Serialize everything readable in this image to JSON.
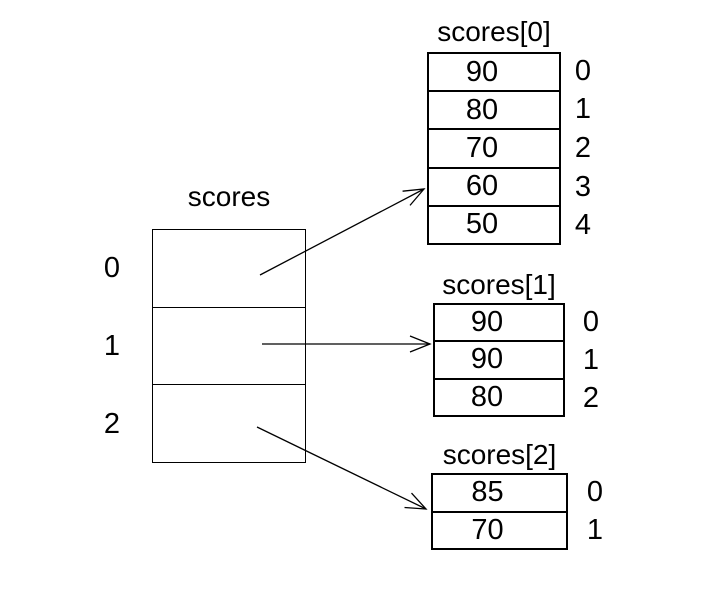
{
  "diagram": {
    "background": "#ffffff",
    "line_color": "#000000",
    "text_color": "#000000",
    "main_array": {
      "title": "scores",
      "indices": [
        "0",
        "1",
        "2"
      ]
    },
    "sub_arrays": [
      {
        "title": "scores[0]",
        "values": [
          "90",
          "80",
          "70",
          "60",
          "50"
        ],
        "indices": [
          "0",
          "1",
          "2",
          "3",
          "4"
        ]
      },
      {
        "title": "scores[1]",
        "values": [
          "90",
          "90",
          "80"
        ],
        "indices": [
          "0",
          "1",
          "2"
        ]
      },
      {
        "title": "scores[2]",
        "values": [
          "85",
          "70"
        ],
        "indices": [
          "0",
          "1"
        ]
      }
    ]
  }
}
